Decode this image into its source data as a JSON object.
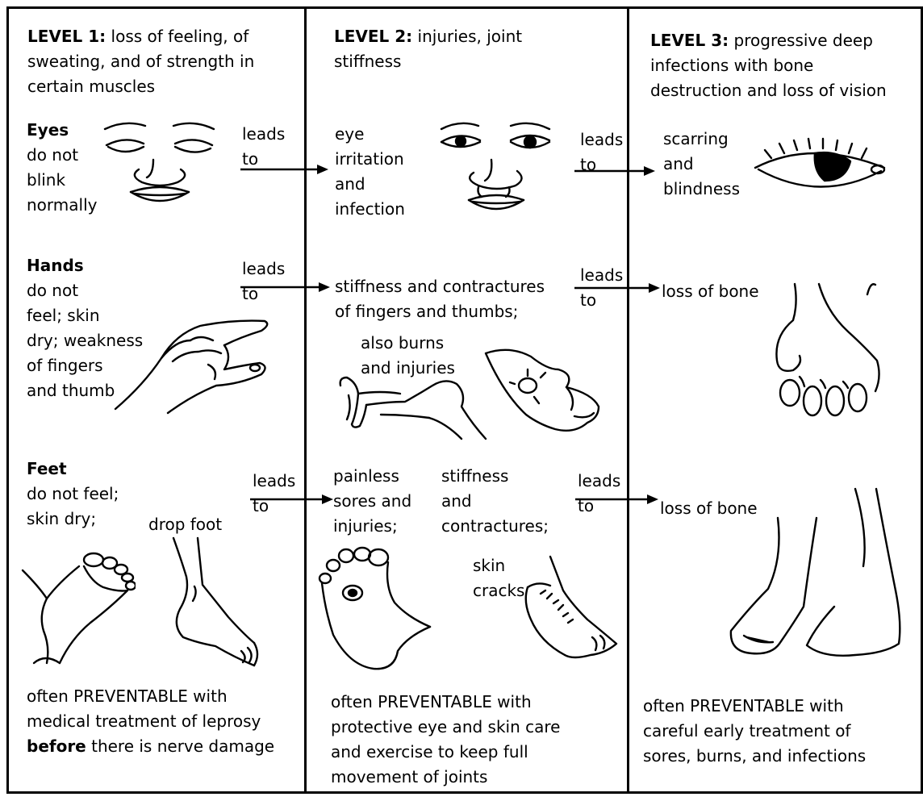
{
  "levels": [
    {
      "heading": "LEVEL 1:",
      "heading_rest": " loss of feeling, of\nsweating, and of strength in\ncertain muscles",
      "eyes_title": "Eyes",
      "eyes_text": "do not\nblink\nnormally",
      "hands_title": "Hands",
      "hands_text": "do not\nfeel; skin\ndry; weakness\nof fingers\nand thumb",
      "feet_title": "Feet",
      "feet_text": "do not feel;\nskin dry;",
      "feet_note": "drop foot",
      "footer_pre": "often PREVENTABLE with\nmedical treatment of leprosy\n",
      "footer_bold": "before",
      "footer_post": " there is nerve damage"
    },
    {
      "heading": "LEVEL 2:",
      "heading_rest": " injuries, joint\nstiffness",
      "eyes_text": "eye\nirritation\nand\ninfection",
      "hands_text": "stiffness and contractures\nof fingers and thumbs;",
      "hands_note": "also burns\nand injuries",
      "feet_text_a": "painless\nsores and\ninjuries;",
      "feet_text_b": "stiffness\nand\ncontractures;",
      "feet_note": "skin\ncracks",
      "footer": "often PREVENTABLE with\nprotective eye and skin care\nand exercise to keep full\nmovement of joints"
    },
    {
      "heading": "LEVEL 3:",
      "heading_rest": " progressive deep\ninfections with bone\ndestruction and loss of vision",
      "eyes_text": "scarring\nand\nblindness",
      "hands_text": "loss of bone",
      "feet_text": "loss of bone",
      "footer": "often PREVENTABLE with\ncareful early treatment of\nsores, burns, and infections"
    }
  ],
  "arrow_label": "leads\nto",
  "icons": {
    "face1": "face-eyes-closed-icon",
    "face2": "face-eyes-open-icon",
    "eye3": "scarred-eye-icon",
    "hand1": "weak-hand-icon",
    "hand2": "contracted-hand-icon",
    "hand3": "bone-loss-hand-icon",
    "foot1": "foot-sole-icon",
    "foot2": "foot-sore-icon",
    "foot3": "bone-loss-feet-icon"
  }
}
